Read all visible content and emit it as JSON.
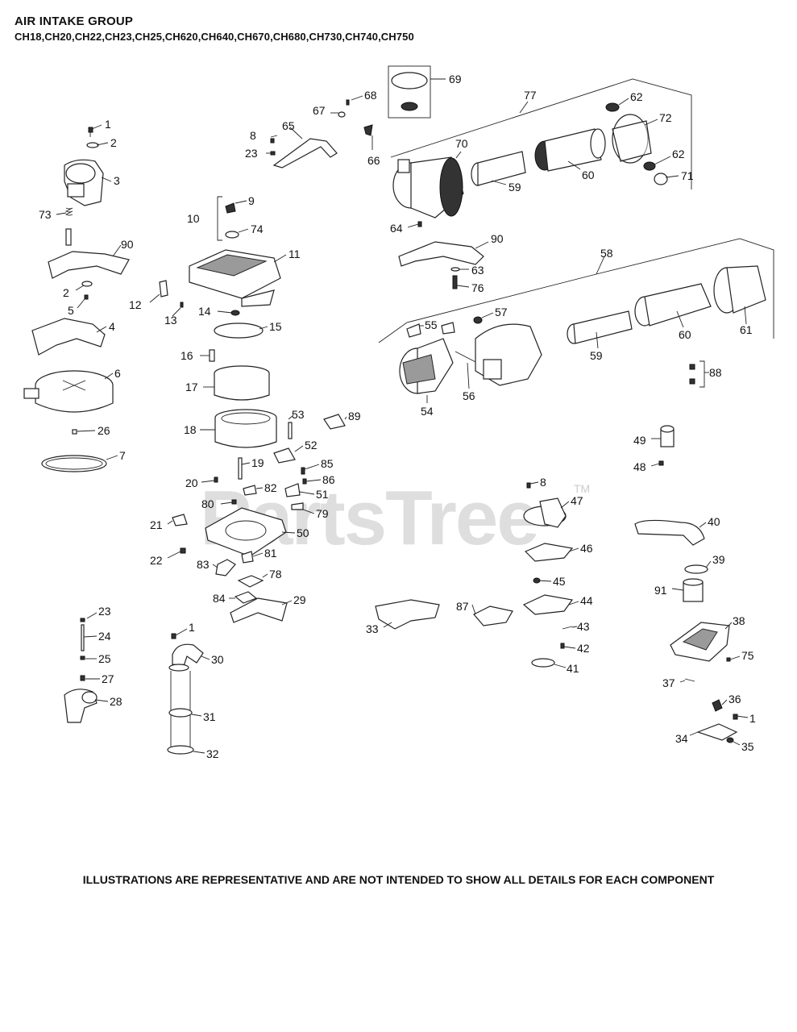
{
  "header": {
    "title": "AIR INTAKE GROUP",
    "models": "CH18,CH20,CH22,CH23,CH25,CH620,CH640,CH670,CH680,CH730,CH740,CH750"
  },
  "watermark": {
    "text": "PartsTree",
    "mark": "TM"
  },
  "footer": {
    "disclaimer": "ILLUSTRATIONS ARE REPRESENTATIVE AND ARE NOT INTENDED TO SHOW ALL DETAILS FOR EACH COMPONENT"
  },
  "callouts": [
    "1",
    "2",
    "3",
    "73",
    "90",
    "2",
    "5",
    "4",
    "6",
    "26",
    "7",
    "8",
    "23",
    "65",
    "67",
    "68",
    "69",
    "66",
    "10",
    "9",
    "74",
    "11",
    "12",
    "13",
    "14",
    "15",
    "16",
    "17",
    "18",
    "19",
    "20",
    "21",
    "22",
    "53",
    "89",
    "52",
    "85",
    "86",
    "51",
    "82",
    "80",
    "79",
    "50",
    "81",
    "83",
    "78",
    "84",
    "29",
    "23",
    "24",
    "25",
    "27",
    "28",
    "1",
    "30",
    "31",
    "32",
    "77",
    "62",
    "72",
    "70",
    "62",
    "71",
    "59",
    "60",
    "64",
    "90",
    "63",
    "76",
    "58",
    "57",
    "55",
    "56",
    "54",
    "59",
    "60",
    "61",
    "88",
    "49",
    "48",
    "8",
    "47",
    "46",
    "45",
    "44",
    "43",
    "42",
    "41",
    "87",
    "33",
    "40",
    "39",
    "91",
    "38",
    "75",
    "37",
    "36",
    "1",
    "34",
    "35"
  ]
}
